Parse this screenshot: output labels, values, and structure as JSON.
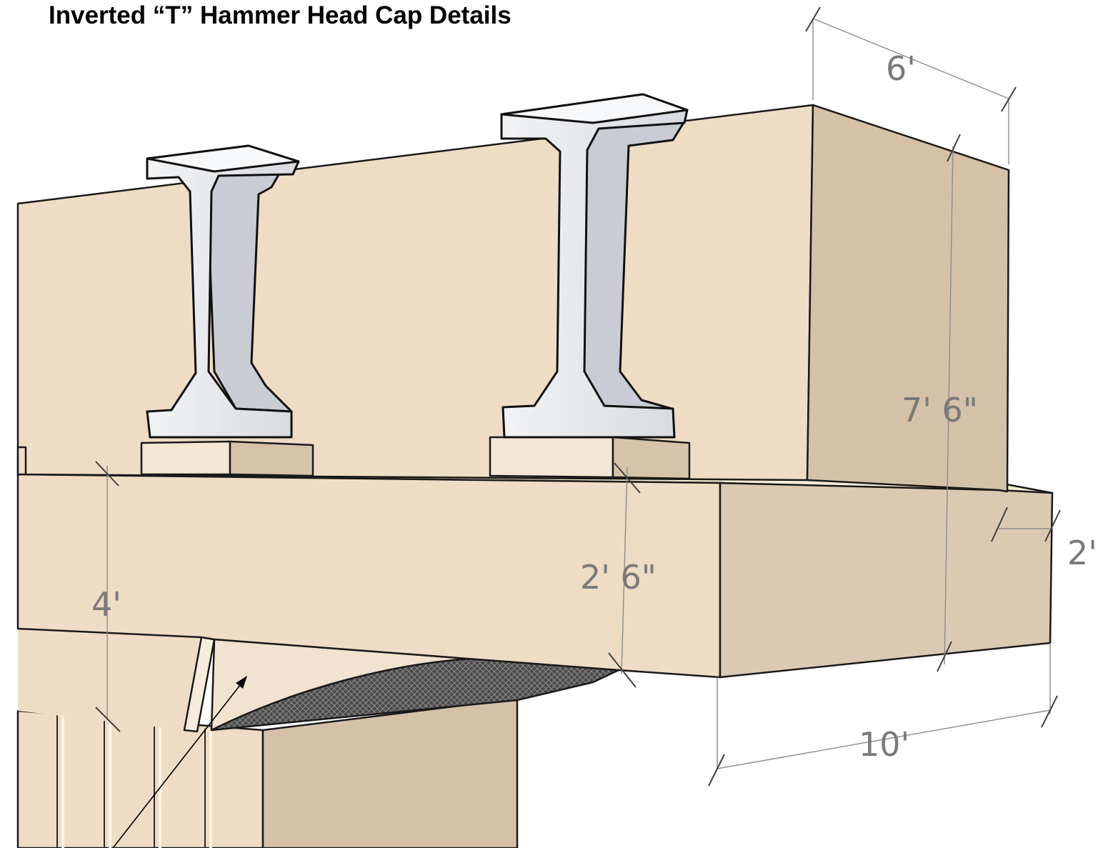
{
  "title": "Inverted “T” Hammer Head Cap Details",
  "dimensions": {
    "stem_width": "6'",
    "total_height": "7' 6\"",
    "ledge_width": "2'",
    "ledge_depth": "2' 6\"",
    "cap_depth_at_face": "4'",
    "bottom_width": "10'"
  },
  "colors": {
    "cap_front": "#efdcc4",
    "cap_side": "#d9c6ae",
    "cap_shade": "#cfbca5",
    "girder": "#e9ebee",
    "girder_shade": "#c9cdd3",
    "outline": "#1a1a1a"
  }
}
